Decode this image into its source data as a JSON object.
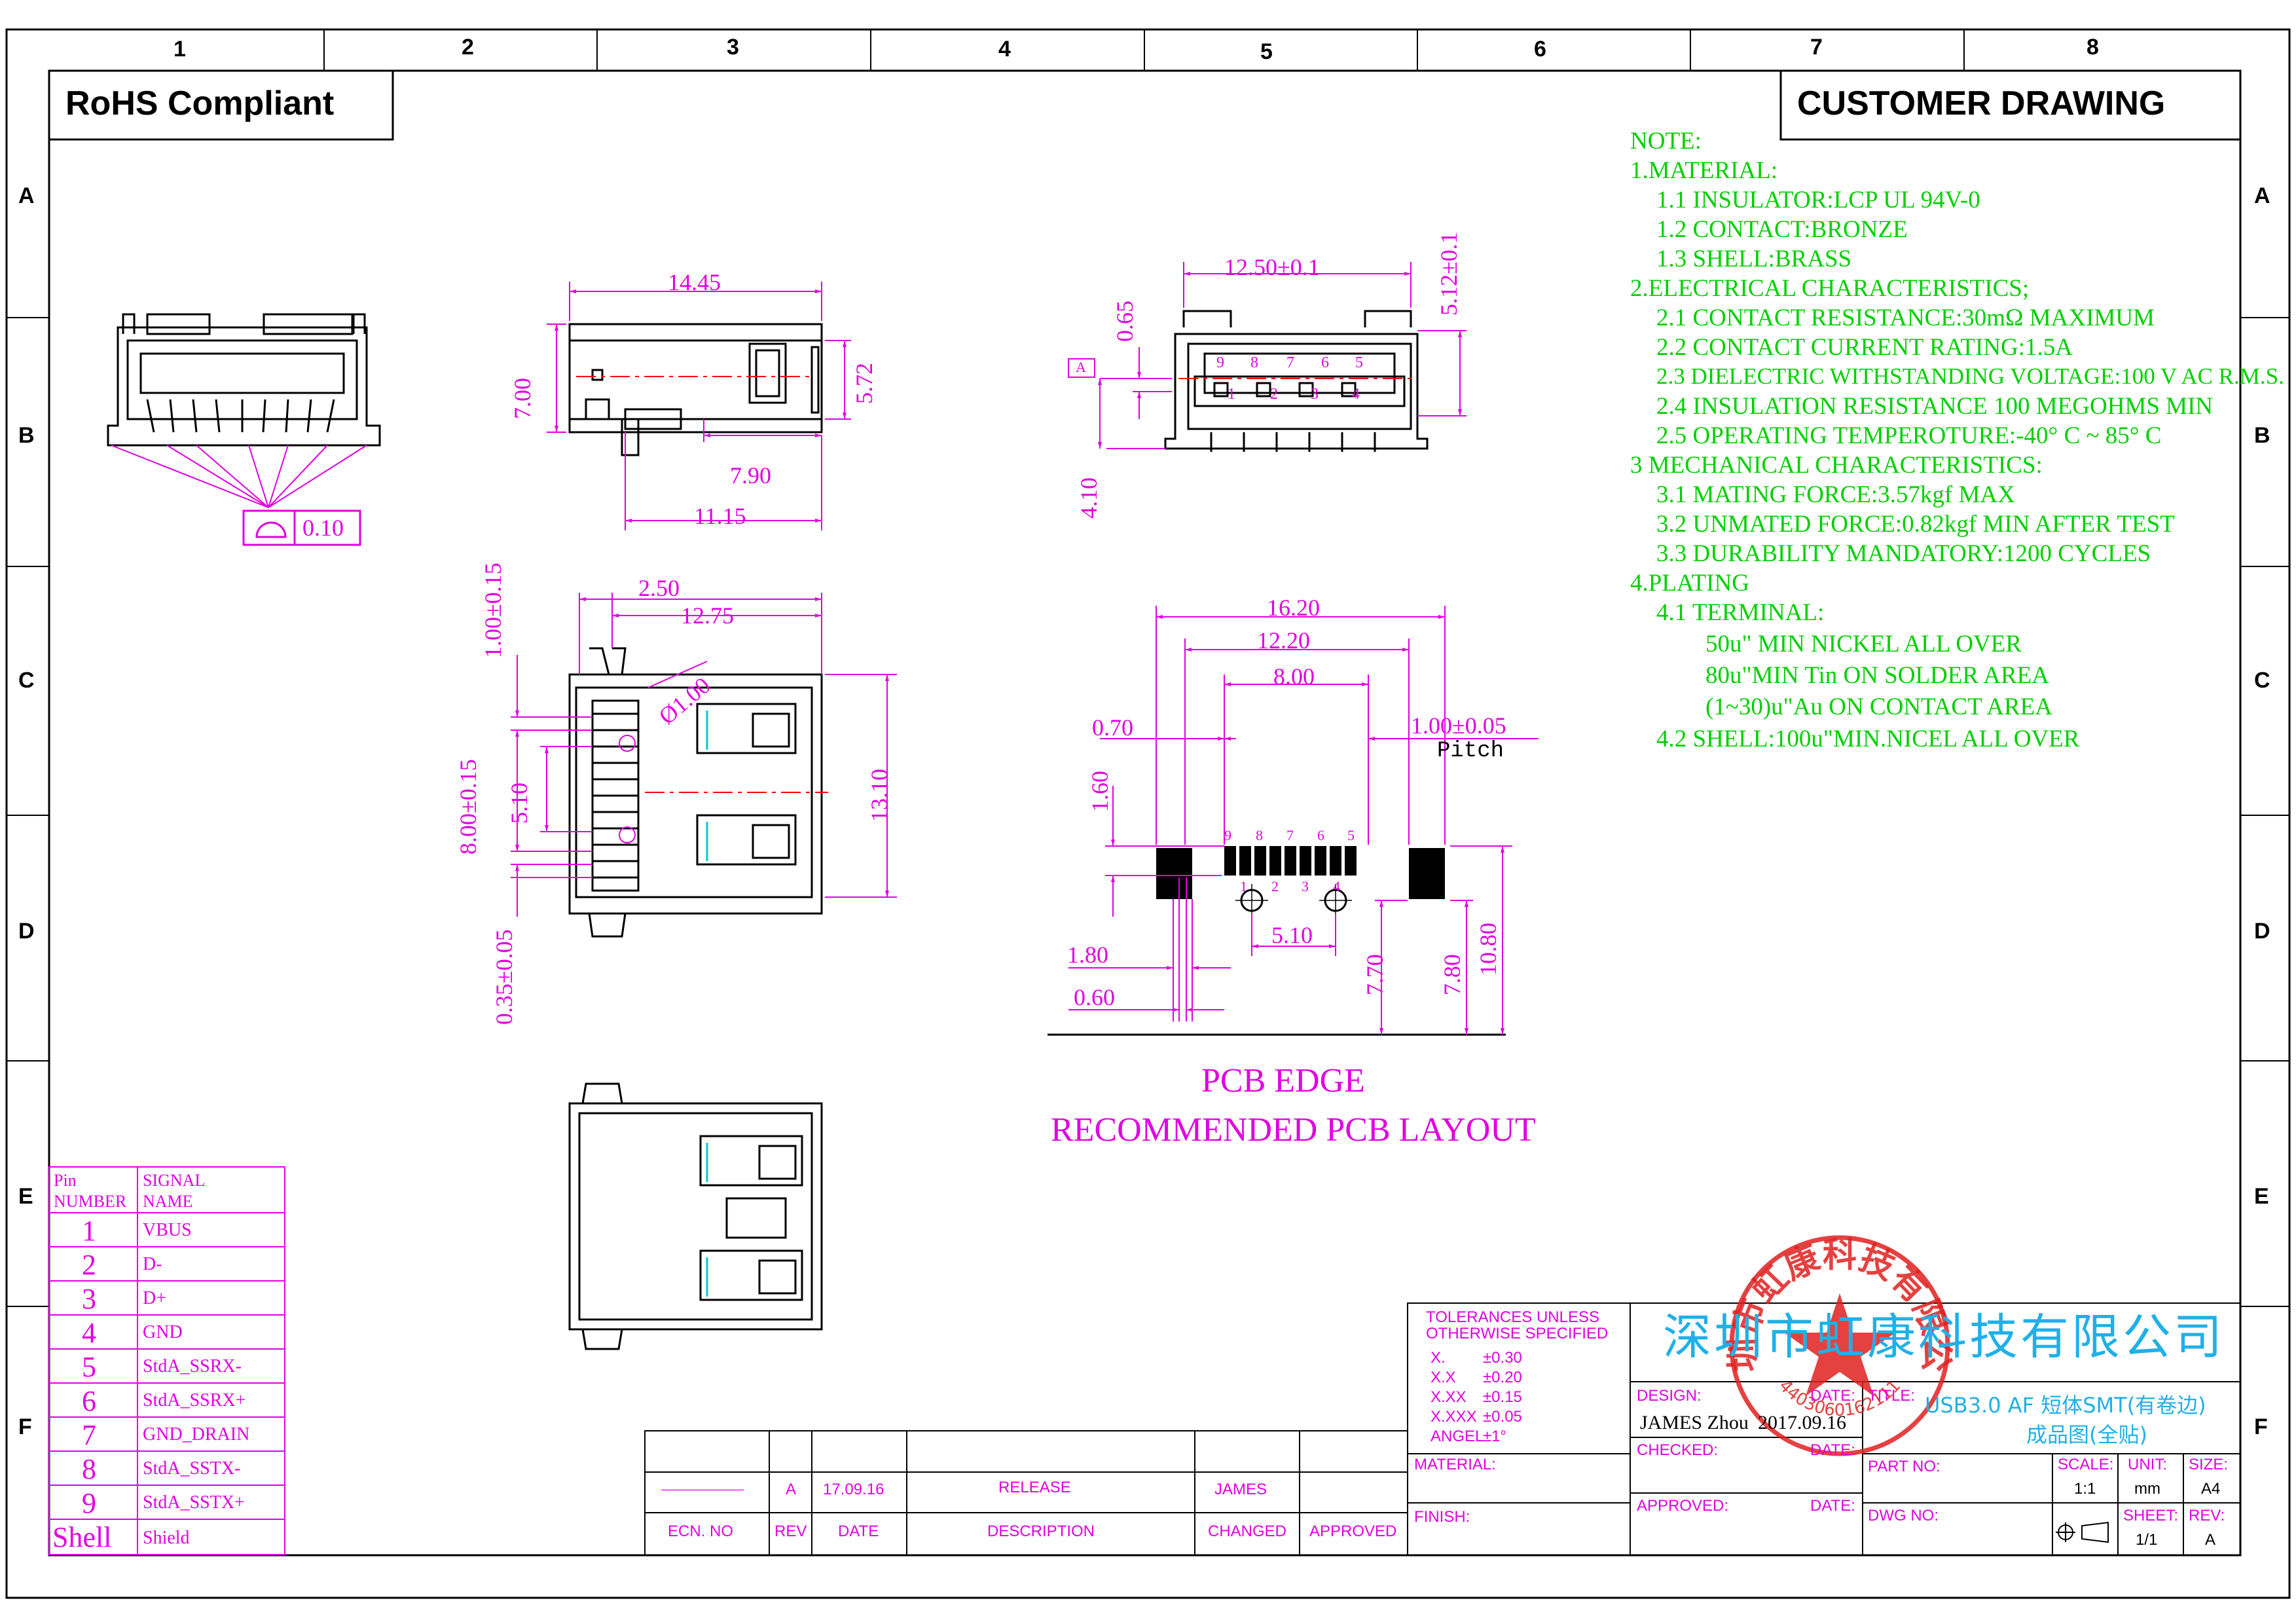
{
  "header": {
    "rohs": "RoHS Compliant",
    "customer": "CUSTOMER DRAWING"
  },
  "grid": {
    "columns": [
      "1",
      "2",
      "3",
      "4",
      "5",
      "6",
      "7",
      "8"
    ],
    "rows": [
      "A",
      "B",
      "C",
      "D",
      "E",
      "F"
    ]
  },
  "notes": [
    "NOTE:",
    "1.MATERIAL:",
    "1.1 INSULATOR:LCP UL 94V-0",
    "1.2 CONTACT:BRONZE",
    "1.3 SHELL:BRASS",
    "2.ELECTRICAL CHARACTERISTICS;",
    "2.1 CONTACT RESISTANCE:30mΩ MAXIMUM",
    "2.2 CONTACT CURRENT RATING:1.5A",
    "2.3 DIELECTRIC WITHSTANDING VOLTAGE:100 V AC R.M.S.",
    "2.4 INSULATION RESISTANCE 100 MEGOHMS MIN",
    "2.5 OPERATING TEMPEROTURE:-40° C ~ 85° C",
    "3 MECHANICAL CHARACTERISTICS:",
    "3.1 MATING FORCE:3.57kgf MAX",
    "3.2 UNMATED FORCE:0.82kgf MIN AFTER TEST",
    "3.3 DURABILITY MANDATORY:1200 CYCLES",
    "4.PLATING",
    "4.1 TERMINAL:",
    "50u\" MIN NICKEL ALL OVER",
    "80u\"MIN Tin ON SOLDER AREA",
    "(1~30)u\"Au ON CONTACT AREA",
    "4.2 SHELL:100u\"MIN.NICEL ALL OVER"
  ],
  "dims": {
    "d1445": "14.45",
    "d700": "7.00",
    "d572": "5.72",
    "d790": "7.90",
    "d1115": "11.15",
    "d010": "0.10",
    "d1250": "12.50±0.1",
    "d512": "5.12±0.1",
    "d065": "0.65",
    "d410": "4.10",
    "datum": "A",
    "d250": "2.50",
    "d1275": "12.75",
    "d100015": "1.00±0.15",
    "phi100": "Ø1.00",
    "d800015": "8.00±0.15",
    "d510v": "5.10",
    "d1310": "13.10",
    "d035": "0.35±0.05",
    "d1620": "16.20",
    "d1220": "12.20",
    "d800": "8.00",
    "d070": "0.70",
    "d100005": "1.00±0.05",
    "pitch": "Pitch",
    "d160": "1.60",
    "d180": "1.80",
    "d060": "0.60",
    "d510h": "5.10",
    "d770": "7.70",
    "d780": "7.80",
    "d1080": "10.80"
  },
  "receptacle_pins": {
    "top": [
      "9",
      "8",
      "7",
      "6",
      "5"
    ],
    "bottom": [
      "1",
      "2",
      "3",
      "4"
    ]
  },
  "pcb_pins": {
    "top": [
      "9",
      "8",
      "7",
      "6",
      "5"
    ],
    "bottom": [
      "1",
      "2",
      "3",
      "4"
    ]
  },
  "pcb_caption": {
    "line1": "PCB EDGE",
    "line2": "RECOMMENDED PCB LAYOUT"
  },
  "pin_table": {
    "head_pin": [
      "Pin",
      "NUMBER"
    ],
    "head_signal": [
      "SIGNAL",
      "NAME"
    ],
    "rows": [
      {
        "pin": "1",
        "signal": "VBUS"
      },
      {
        "pin": "2",
        "signal": "D-"
      },
      {
        "pin": "3",
        "signal": "D+"
      },
      {
        "pin": "4",
        "signal": "GND"
      },
      {
        "pin": "5",
        "signal": "StdA_SSRX-"
      },
      {
        "pin": "6",
        "signal": "StdA_SSRX+"
      },
      {
        "pin": "7",
        "signal": "GND_DRAIN"
      },
      {
        "pin": "8",
        "signal": "StdA_SSTX-"
      },
      {
        "pin": "9",
        "signal": "StdA_SSTX+"
      },
      {
        "pin": "Shell",
        "signal": "Shield"
      }
    ]
  },
  "revision_table": {
    "ecn_value": "———————",
    "rev": "A",
    "date": "17.09.16",
    "description": "RELEASE",
    "changed": "JAMES",
    "headers": [
      "ECN. NO",
      "REV",
      "DATE",
      "DESCRIPTION",
      "CHANGED",
      "APPROVED"
    ]
  },
  "title_block": {
    "tol_title1": "TOLERANCES UNLESS",
    "tol_title2": "OTHERWISE SPECIFIED",
    "tolerances": [
      {
        "k": "X.",
        "v": "±0.30"
      },
      {
        "k": "X.X",
        "v": "±0.20"
      },
      {
        "k": "X.XX",
        "v": "±0.15"
      },
      {
        "k": "X.XXX",
        "v": "±0.05"
      },
      {
        "k": "ANGEL",
        "v": "±1°"
      }
    ],
    "material": "MATERIAL:",
    "finish": "FINISH:",
    "company": "深圳市虹康科技有限公司",
    "design_label": "DESIGN:",
    "date_label": "DATE:",
    "designer": "JAMES Zhou",
    "design_date": "2017.09.16",
    "checked_label": "CHECKED:",
    "approved_label": "APPROVED:",
    "title_label": "TITLE:",
    "title1": "USB3.0 AF 短体SMT(有卷边)",
    "title2": "成品图(全贴)",
    "part_no": "PART NO:",
    "dwg_no": "DWG NO:",
    "scale_label": "SCALE:",
    "scale": "1:1",
    "unit_label": "UNIT:",
    "unit": "mm",
    "size_label": "SIZE:",
    "size": "A4",
    "sheet_label": "SHEET:",
    "sheet": "1/1",
    "rev_label": "REV:",
    "rev": "A"
  },
  "stamp": {
    "text": "深圳市虹康科技有限公司",
    "number": "4403060162111"
  },
  "colors": {
    "dimension": "#e000e0",
    "note": "#00d000",
    "outline": "#000000",
    "centerline": "#ff0000",
    "stamp": "#e02020",
    "company": "#20b0e8"
  }
}
